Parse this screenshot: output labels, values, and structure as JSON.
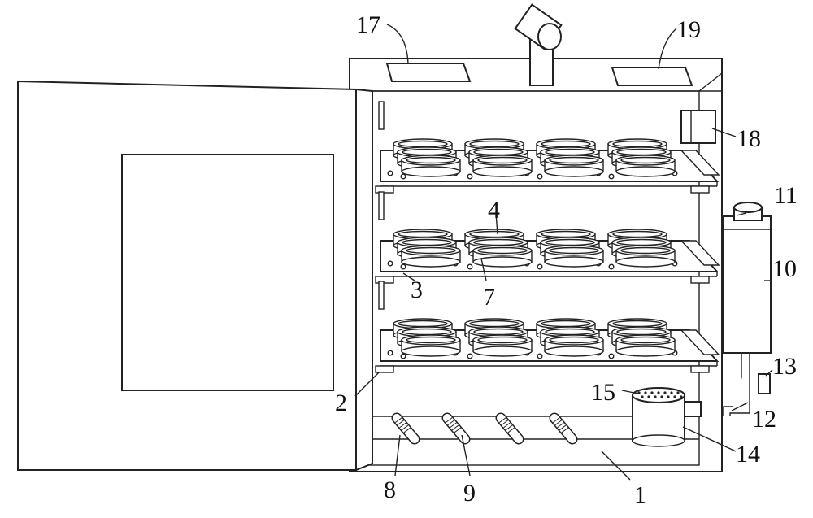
{
  "labels": {
    "l1": "1",
    "l2": "2",
    "l3": "3",
    "l4": "4",
    "l7": "7",
    "l8": "8",
    "l9": "9",
    "l10": "10",
    "l11": "11",
    "l12": "12",
    "l13": "13",
    "l14": "14",
    "l15": "15",
    "l17": "17",
    "l18": "18",
    "l19": "19"
  }
}
